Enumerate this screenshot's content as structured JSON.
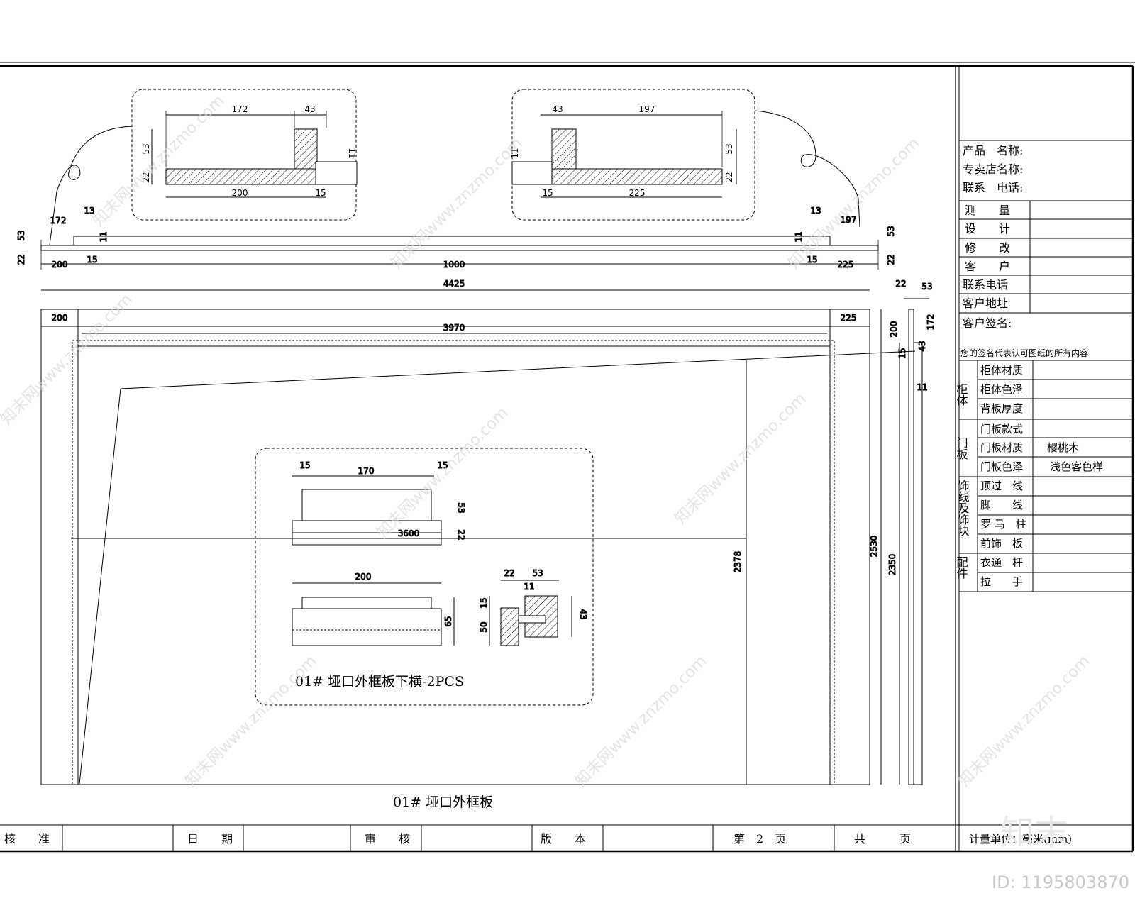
{
  "title_block": {
    "product_name": "产品　名称:",
    "store_name": "专卖店名称:",
    "contact_phone": "联系　电话:",
    "measure": "测　　量",
    "design": "设　　计",
    "modify": "修　　改",
    "customer": "客　　户",
    "customer_phone": "联系电话",
    "customer_address": "客户地址",
    "customer_signature": "客户签名:",
    "signature_note": "您的签名代表认可图纸的所有内容",
    "cabinet_group": "柜体",
    "cabinet_material": "柜体材质",
    "cabinet_color": "柜体色泽",
    "back_thickness": "背板厚度",
    "door_group": "门板",
    "door_style": "门板款式",
    "door_material": "门板材质",
    "door_material_value": "樱桃木",
    "door_color": "门板色泽",
    "door_color_value": "浅色客色样",
    "trim_group": "饰线及饰块",
    "top_line": "顶过　线",
    "base_line": "脚　　线",
    "roman_column": "罗 马　柱",
    "front_panel": "前饰　板",
    "fittings_group": "配件",
    "hanging_rod": "衣通　杆",
    "handle": "拉　　手"
  },
  "bottom_bar": {
    "approve": "核　　准",
    "date": "日　　期",
    "review": "审　　核",
    "version": "版　　本",
    "page": "第　2　页",
    "total": "共　　　页",
    "unit": "计量单位：毫米(mm)"
  },
  "labels": {
    "main_caption": "01#  垭口外框板",
    "detail_caption": "01#  垭口外框板下横-2PCS"
  },
  "dimensions": {
    "top_left_172": "172",
    "top_left_43": "43",
    "top_left_53": "53",
    "top_left_22": "22",
    "top_left_11": "11",
    "top_left_200": "200",
    "top_left_15": "15",
    "top_right_43": "43",
    "top_right_197": "197",
    "top_right_11": "11",
    "top_right_53": "53",
    "top_right_22": "22",
    "top_right_15": "15",
    "top_right_225": "225",
    "strip_172": "172",
    "strip_13": "13",
    "strip_53": "53",
    "strip_22": "22",
    "strip_11": "11",
    "strip_200": "200",
    "strip_15": "15",
    "strip_1000": "1000",
    "strip_r13": "13",
    "strip_r197": "197",
    "strip_r53": "53",
    "strip_r22": "22",
    "strip_r11": "11",
    "strip_r15": "15",
    "strip_r225": "225",
    "total_4425": "4425",
    "inner_3970": "3970",
    "frame_200": "200",
    "frame_225": "225",
    "height_2378": "2378",
    "height_2530": "2530",
    "height_2350": "2350",
    "side_22": "22",
    "side_53": "53",
    "side_200": "200",
    "side_172": "172",
    "side_43": "43",
    "side_15": "15",
    "side_11": "11",
    "detail_15a": "15",
    "detail_170": "170",
    "detail_15b": "15",
    "detail_53": "53",
    "detail_22": "22",
    "detail_3600": "3600",
    "detail_200": "200",
    "detail_65": "65",
    "detail_22b": "22",
    "detail_53b": "53",
    "detail_11": "11",
    "detail_15c": "15",
    "detail_50": "50",
    "detail_43": "43"
  },
  "watermark": {
    "text": "知末网www.znzmo.com",
    "logo": "知末",
    "id": "ID: 1195803870"
  }
}
